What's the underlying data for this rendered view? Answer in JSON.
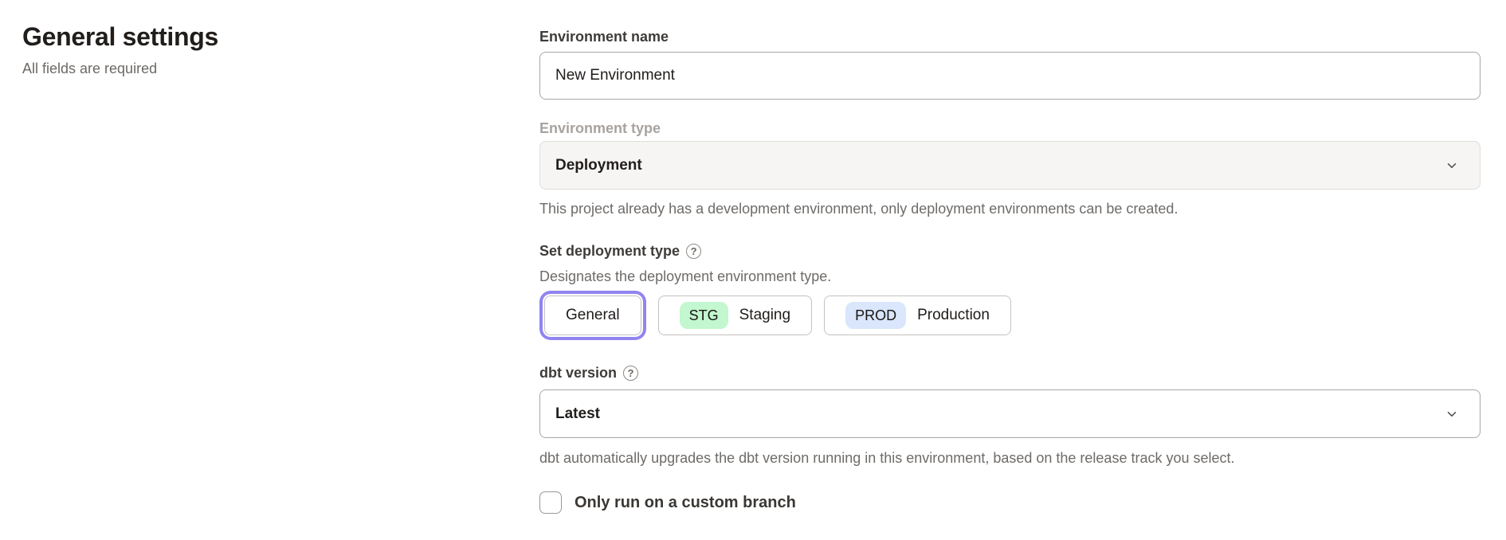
{
  "page": {
    "title": "General settings",
    "subtitle": "All fields are required"
  },
  "icons": {
    "help_glyph": "?"
  },
  "form": {
    "environment_name": {
      "label": "Environment name",
      "value": "New Environment"
    },
    "environment_type": {
      "label": "Environment type",
      "value": "Deployment",
      "disabled": true,
      "helper": "This project already has a development environment, only deployment environments can be created."
    },
    "deployment_type": {
      "label": "Set deployment type",
      "description": "Designates the deployment environment type.",
      "options": [
        {
          "badge": "",
          "label": "General",
          "selected": true
        },
        {
          "badge": "STG",
          "label": "Staging",
          "selected": false
        },
        {
          "badge": "PROD",
          "label": "Production",
          "selected": false
        }
      ]
    },
    "dbt_version": {
      "label": "dbt version",
      "value": "Latest",
      "helper": "dbt automatically upgrades the dbt version running in this environment, based on the release track you select."
    },
    "custom_branch": {
      "label": "Only run on a custom branch",
      "checked": false
    }
  },
  "colors": {
    "accent_ring": "#9184f0",
    "staging_badge": "#c2f7cf",
    "production_badge": "#d9e6fc",
    "disabled_field_bg": "#f6f5f4"
  }
}
